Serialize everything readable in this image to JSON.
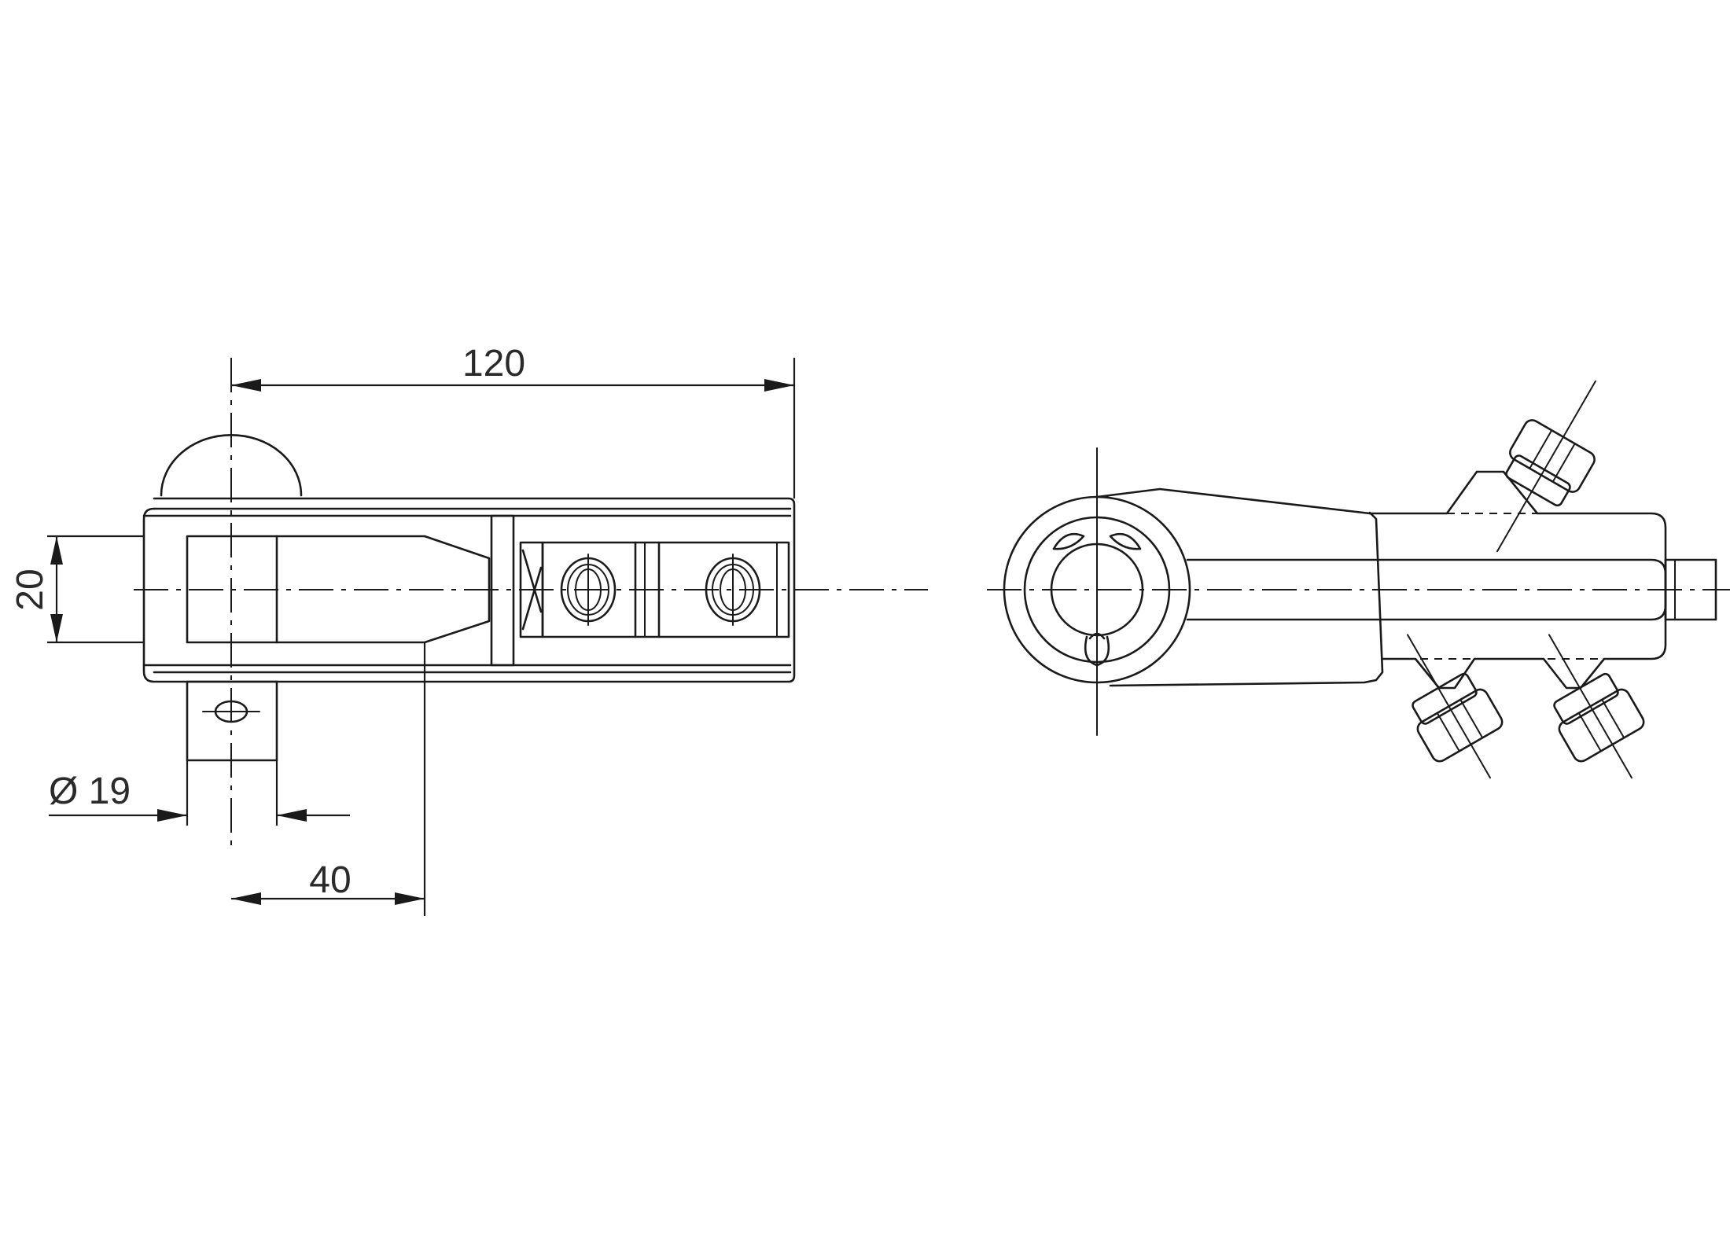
{
  "dimensions": {
    "length_total": "120",
    "height": "20",
    "pin_diameter": "Ø 19",
    "offset": "40"
  }
}
